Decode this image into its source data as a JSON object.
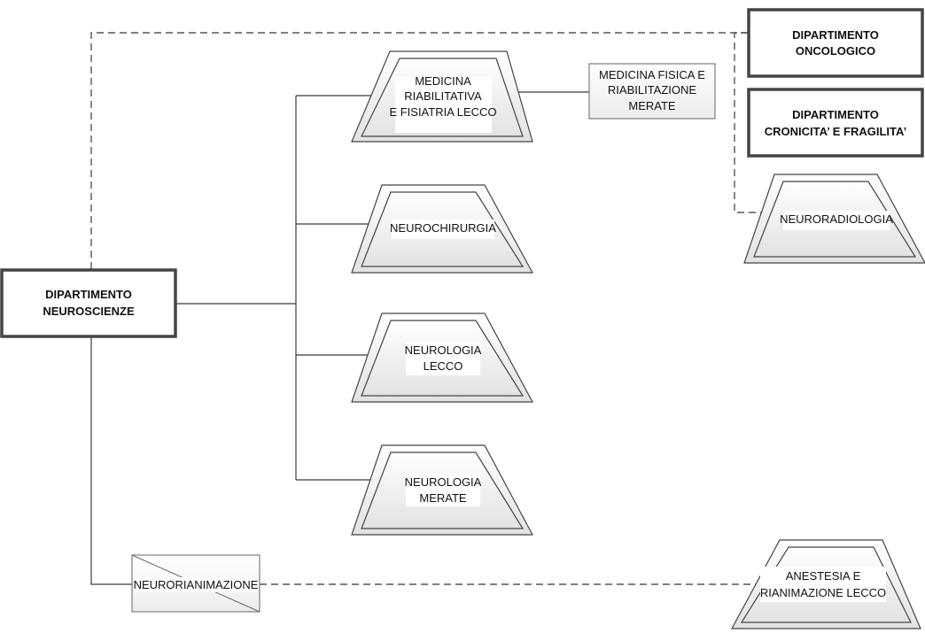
{
  "departments": {
    "neuroscienze": {
      "line1": "DIPARTIMENTO",
      "line2": "NEUROSCIENZE"
    },
    "oncologico": {
      "line1": "DIPARTIMENTO",
      "line2": "ONCOLOGICO"
    },
    "cronicita": {
      "line1": "DIPARTIMENTO",
      "line2": "CRONICITA’ E FRAGILITA’"
    }
  },
  "units": {
    "medicina_riabilitativa": {
      "line1": "MEDICINA",
      "line2": "RIABILITATIVA",
      "line3": "E FISIATRIA LECCO"
    },
    "neurochirurgia": {
      "line1": "NEUROCHIRURGIA"
    },
    "neurologia_lecco": {
      "line1": "NEUROLOGIA",
      "line2": "LECCO"
    },
    "neurologia_merate": {
      "line1": "NEUROLOGIA",
      "line2": "MERATE"
    },
    "neuroradiologia": {
      "line1": "NEURORADIOLOGIA"
    },
    "anestesia": {
      "line1": "ANESTESIA E",
      "line2": "RIANIMAZIONE LECCO"
    }
  },
  "boxes": {
    "medicina_fisica": {
      "line1": "MEDICINA FISICA E",
      "line2": "RIABILITAZIONE",
      "line3": "MERATE"
    },
    "neurorianimazione": {
      "line1": "NEURORIANIMAZIONE"
    }
  },
  "colors": {
    "line": "#3a3a3a",
    "dash": "#555555",
    "shape_fill_top": "#ffffff",
    "shape_fill_bottom": "#e4e4e4",
    "border": "#444444"
  }
}
